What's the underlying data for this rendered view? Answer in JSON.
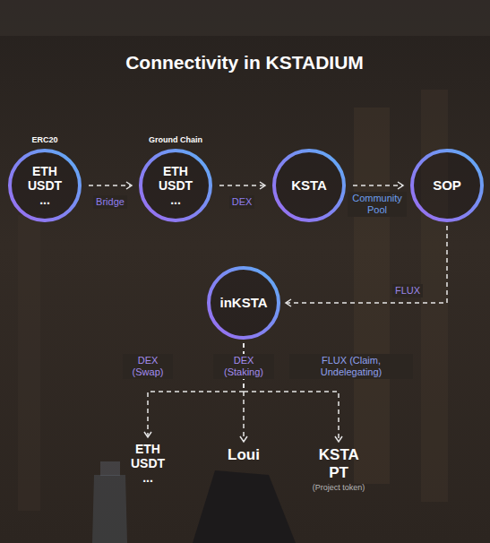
{
  "diagram": {
    "title": "Connectivity in KSTADIUM",
    "nodes": [
      {
        "text": [
          "ERC20",
          "ETH USDT ..."
        ]
      },
      {
        "text": [
          "Ground Chain",
          "ETH USDT ..."
        ]
      },
      {
        "text": [
          "KSTA"
        ]
      },
      {
        "text": [
          "SOP"
        ]
      },
      {
        "text": [
          "inKSTA"
        ]
      },
      {
        "text": [
          "ETH USDT ..."
        ]
      },
      {
        "text": [
          "Loui"
        ]
      },
      {
        "text": [
          "KSTA PT",
          "(Project token)"
        ]
      }
    ],
    "edges": [
      {
        "from": 0,
        "to": 1,
        "label": "Bridge",
        "arrow": "to"
      },
      {
        "from": 1,
        "to": 2,
        "label": "DEX",
        "arrow": "to"
      },
      {
        "from": 2,
        "to": 3,
        "label": "Community Pool",
        "arrow": "to"
      },
      {
        "from": 3,
        "to": 4,
        "label": "FLUX",
        "arrow": "to"
      },
      {
        "from": 4,
        "to": 5,
        "label": "DEX (Swap)",
        "arrow": "to"
      },
      {
        "from": 4,
        "to": 6,
        "label": "DEX (Staking)",
        "arrow": "to"
      },
      {
        "from": 4,
        "to": 7,
        "label": "FLUX (Claim, Undelegating)",
        "arrow": "to"
      }
    ]
  }
}
